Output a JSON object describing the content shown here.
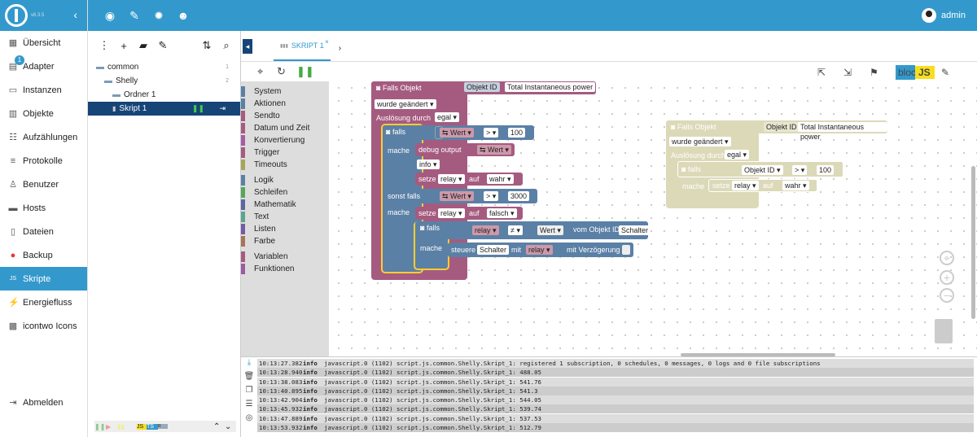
{
  "app": {
    "version": "v6.3.5"
  },
  "nav": {
    "items": [
      {
        "label": "Übersicht",
        "icon": "grid-icon"
      },
      {
        "label": "Adapter",
        "icon": "store-icon",
        "badge": "1"
      },
      {
        "label": "Instanzen",
        "icon": "instances-icon"
      },
      {
        "label": "Objekte",
        "icon": "objects-icon"
      },
      {
        "label": "Aufzählungen",
        "icon": "enums-icon"
      },
      {
        "label": "Protokolle",
        "icon": "logs-icon"
      },
      {
        "label": "Benutzer",
        "icon": "user-icon"
      },
      {
        "label": "Hosts",
        "icon": "hosts-icon"
      },
      {
        "label": "Dateien",
        "icon": "files-icon"
      },
      {
        "label": "Backup",
        "icon": "backup-icon"
      },
      {
        "label": "Skripte",
        "icon": "scripts-icon",
        "active": true
      },
      {
        "label": "Energiefluss",
        "icon": "energy-icon"
      },
      {
        "label": "icontwo Icons",
        "icon": "icons-icon"
      }
    ],
    "logout": "Abmelden"
  },
  "topbar": {
    "user": "admin"
  },
  "tree": {
    "rows": [
      {
        "label": "common",
        "count": "1",
        "indent": 0,
        "type": "folder"
      },
      {
        "label": "Shelly",
        "count": "2",
        "indent": 1,
        "type": "folder"
      },
      {
        "label": "Ordner 1",
        "count": "",
        "indent": 2,
        "type": "folder"
      },
      {
        "label": "Skript 1",
        "count": "",
        "indent": 2,
        "type": "script",
        "selected": true
      }
    ]
  },
  "editor": {
    "tab": "SKRIPT 1",
    "blockly_label": "blockly",
    "js_label": "JS"
  },
  "toolbox": {
    "groups": [
      [
        {
          "label": "System",
          "color": "#5b80a5"
        },
        {
          "label": "Aktionen",
          "color": "#5b80a5"
        },
        {
          "label": "Sendto",
          "color": "#a55b80"
        },
        {
          "label": "Datum und Zeit",
          "color": "#a55b80"
        },
        {
          "label": "Konvertierung",
          "color": "#a55ba5"
        },
        {
          "label": "Trigger",
          "color": "#a55b80"
        },
        {
          "label": "Timeouts",
          "color": "#a5a55b"
        }
      ],
      [
        {
          "label": "Logik",
          "color": "#5b80a5"
        },
        {
          "label": "Schleifen",
          "color": "#5ba55b"
        },
        {
          "label": "Mathematik",
          "color": "#5b67a5"
        },
        {
          "label": "Text",
          "color": "#5ba58c"
        },
        {
          "label": "Listen",
          "color": "#745ba5"
        },
        {
          "label": "Farbe",
          "color": "#a5745b"
        }
      ],
      [
        {
          "label": "Variablen",
          "color": "#a55b80"
        },
        {
          "label": "Funktionen",
          "color": "#995ba5"
        }
      ]
    ]
  },
  "blocks": {
    "main": {
      "header": "Falls Objekt",
      "objid_label": "Objekt ID",
      "objid_value": "Total Instantaneous power",
      "changed": "wurde geändert",
      "trigger_label": "Auslösung durch",
      "trigger_value": "egal",
      "if": "falls",
      "wert": "Wert",
      "gt": ">",
      "v100": "100",
      "do": "mache",
      "debug": "debug output",
      "info": "info",
      "set": "setze",
      "relay": "relay",
      "on": "auf",
      "true": "wahr",
      "elseif": "sonst falls",
      "v3000": "3000",
      "false": "falsch",
      "neq": "≠",
      "of_object": "vom Objekt ID",
      "schalter": "Schalter",
      "control": "steuere",
      "with": "mit",
      "delay": "mit Verzögerung"
    },
    "disabled": {
      "header": "Falls Objekt",
      "objid_label": "Objekt ID",
      "objid_value": "Total Instantaneous power",
      "changed": "wurde geändert",
      "trigger_label": "Auslösung durch",
      "trigger_value": "egal",
      "if": "falls",
      "objid_drop": "Objekt ID",
      "gt": ">",
      "v100": "100",
      "do": "mache",
      "set": "setze",
      "relay": "relay",
      "on": "auf",
      "true": "wahr"
    }
  },
  "log": {
    "lines": [
      {
        "time": "10:13:27.382",
        "level": "info",
        "msg": "javascript.0 (1102) script.js.common.Shelly.Skript_1: registered 1 subscription, 0 schedules, 0 messages, 0 logs and 0 file subscriptions"
      },
      {
        "time": "10:13:28.940",
        "level": "info",
        "msg": "javascript.0 (1102) script.js.common.Shelly.Skript_1: 488.05"
      },
      {
        "time": "10:13:38.083",
        "level": "info",
        "msg": "javascript.0 (1102) script.js.common.Shelly.Skript_1: 541.76"
      },
      {
        "time": "10:13:40.895",
        "level": "info",
        "msg": "javascript.0 (1102) script.js.common.Shelly.Skript_1: 541.3"
      },
      {
        "time": "10:13:42.904",
        "level": "info",
        "msg": "javascript.0 (1102) script.js.common.Shelly.Skript_1: 544.05"
      },
      {
        "time": "10:13:45.932",
        "level": "info",
        "msg": "javascript.0 (1102) script.js.common.Shelly.Skript_1: 539.74"
      },
      {
        "time": "10:13:47.889",
        "level": "info",
        "msg": "javascript.0 (1102) script.js.common.Shelly.Skript_1: 537.53"
      },
      {
        "time": "10:13:53.932",
        "level": "info",
        "msg": "javascript.0 (1102) script.js.common.Shelly.Skript_1: 512.79"
      }
    ]
  }
}
